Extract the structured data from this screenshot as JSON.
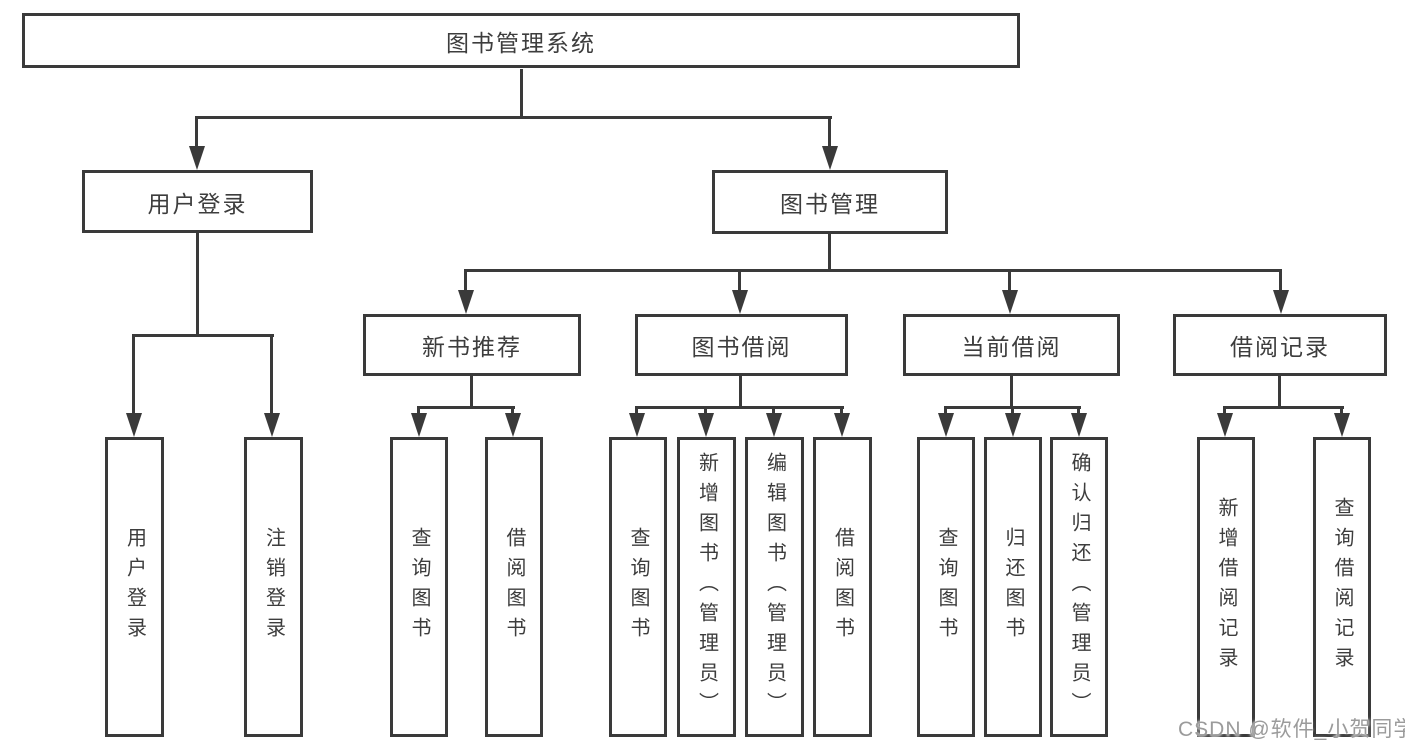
{
  "diagram": {
    "type": "tree",
    "title": "图书管理系统",
    "colors": {
      "line": "#3a3a3a",
      "box_border": "#3a3a3a",
      "text": "#3d3d3d",
      "background": "#ffffff",
      "watermark_text": "#9b9b9b"
    },
    "nodes": {
      "root": {
        "label": "图书管理系统"
      },
      "userLogin": {
        "label": "用户登录"
      },
      "bookManagement": {
        "label": "图书管理"
      },
      "newBookRecommend": {
        "label": "新书推荐"
      },
      "bookBorrowing": {
        "label": "图书借阅"
      },
      "currentBorrowing": {
        "label": "当前借阅"
      },
      "borrowingRecords": {
        "label": "借阅记录"
      },
      "loginUser": {
        "label": "用户登录"
      },
      "logoutUser": {
        "label": "注销登录"
      },
      "queryBooksRec": {
        "label": "查询图书"
      },
      "borrowBooksRec": {
        "label": "借阅图书"
      },
      "queryBooksBorrow": {
        "label": "查询图书"
      },
      "addBooksAdmin": {
        "label": "新增图书（管理员）"
      },
      "editBooksAdmin": {
        "label": "编辑图书（管理员）"
      },
      "borrowBooks": {
        "label": "借阅图书"
      },
      "queryBooksCurrent": {
        "label": "查询图书"
      },
      "returnBooks": {
        "label": "归还图书"
      },
      "confirmReturnAdmin": {
        "label": "确认归还（管理员）"
      },
      "addBorrowRecord": {
        "label": "新增借阅记录"
      },
      "queryBorrowRecord": {
        "label": "查询借阅记录"
      }
    },
    "edges": [
      {
        "from": "图书管理系统",
        "to": "用户登录"
      },
      {
        "from": "图书管理系统",
        "to": "图书管理"
      },
      {
        "from": "用户登录",
        "to": "用户登录"
      },
      {
        "from": "用户登录",
        "to": "注销登录"
      },
      {
        "from": "图书管理",
        "to": "新书推荐"
      },
      {
        "from": "图书管理",
        "to": "图书借阅"
      },
      {
        "from": "图书管理",
        "to": "当前借阅"
      },
      {
        "from": "图书管理",
        "to": "借阅记录"
      },
      {
        "from": "新书推荐",
        "to": "查询图书"
      },
      {
        "from": "新书推荐",
        "to": "借阅图书"
      },
      {
        "from": "图书借阅",
        "to": "查询图书"
      },
      {
        "from": "图书借阅",
        "to": "新增图书（管理员）"
      },
      {
        "from": "图书借阅",
        "to": "编辑图书（管理员）"
      },
      {
        "from": "图书借阅",
        "to": "借阅图书"
      },
      {
        "from": "当前借阅",
        "to": "查询图书"
      },
      {
        "from": "当前借阅",
        "to": "归还图书"
      },
      {
        "from": "当前借阅",
        "to": "确认归还（管理员）"
      },
      {
        "from": "借阅记录",
        "to": "新增借阅记录"
      },
      {
        "from": "借阅记录",
        "to": "查询借阅记录"
      }
    ],
    "watermark": "CSDN @软件_小贺同学"
  }
}
